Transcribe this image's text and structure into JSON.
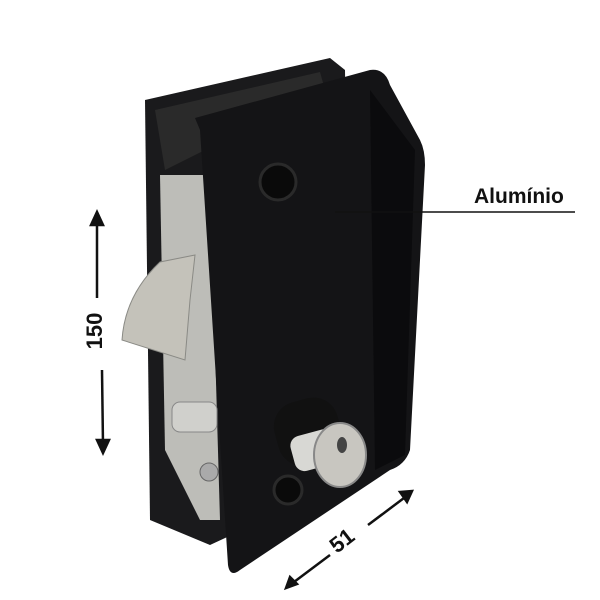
{
  "annotations": {
    "material_label": "Alumínio",
    "height_dimension": "150",
    "width_dimension": "51"
  },
  "colors": {
    "body": "#141416",
    "chrome": "#c9c9c6",
    "background": "#ffffff"
  }
}
